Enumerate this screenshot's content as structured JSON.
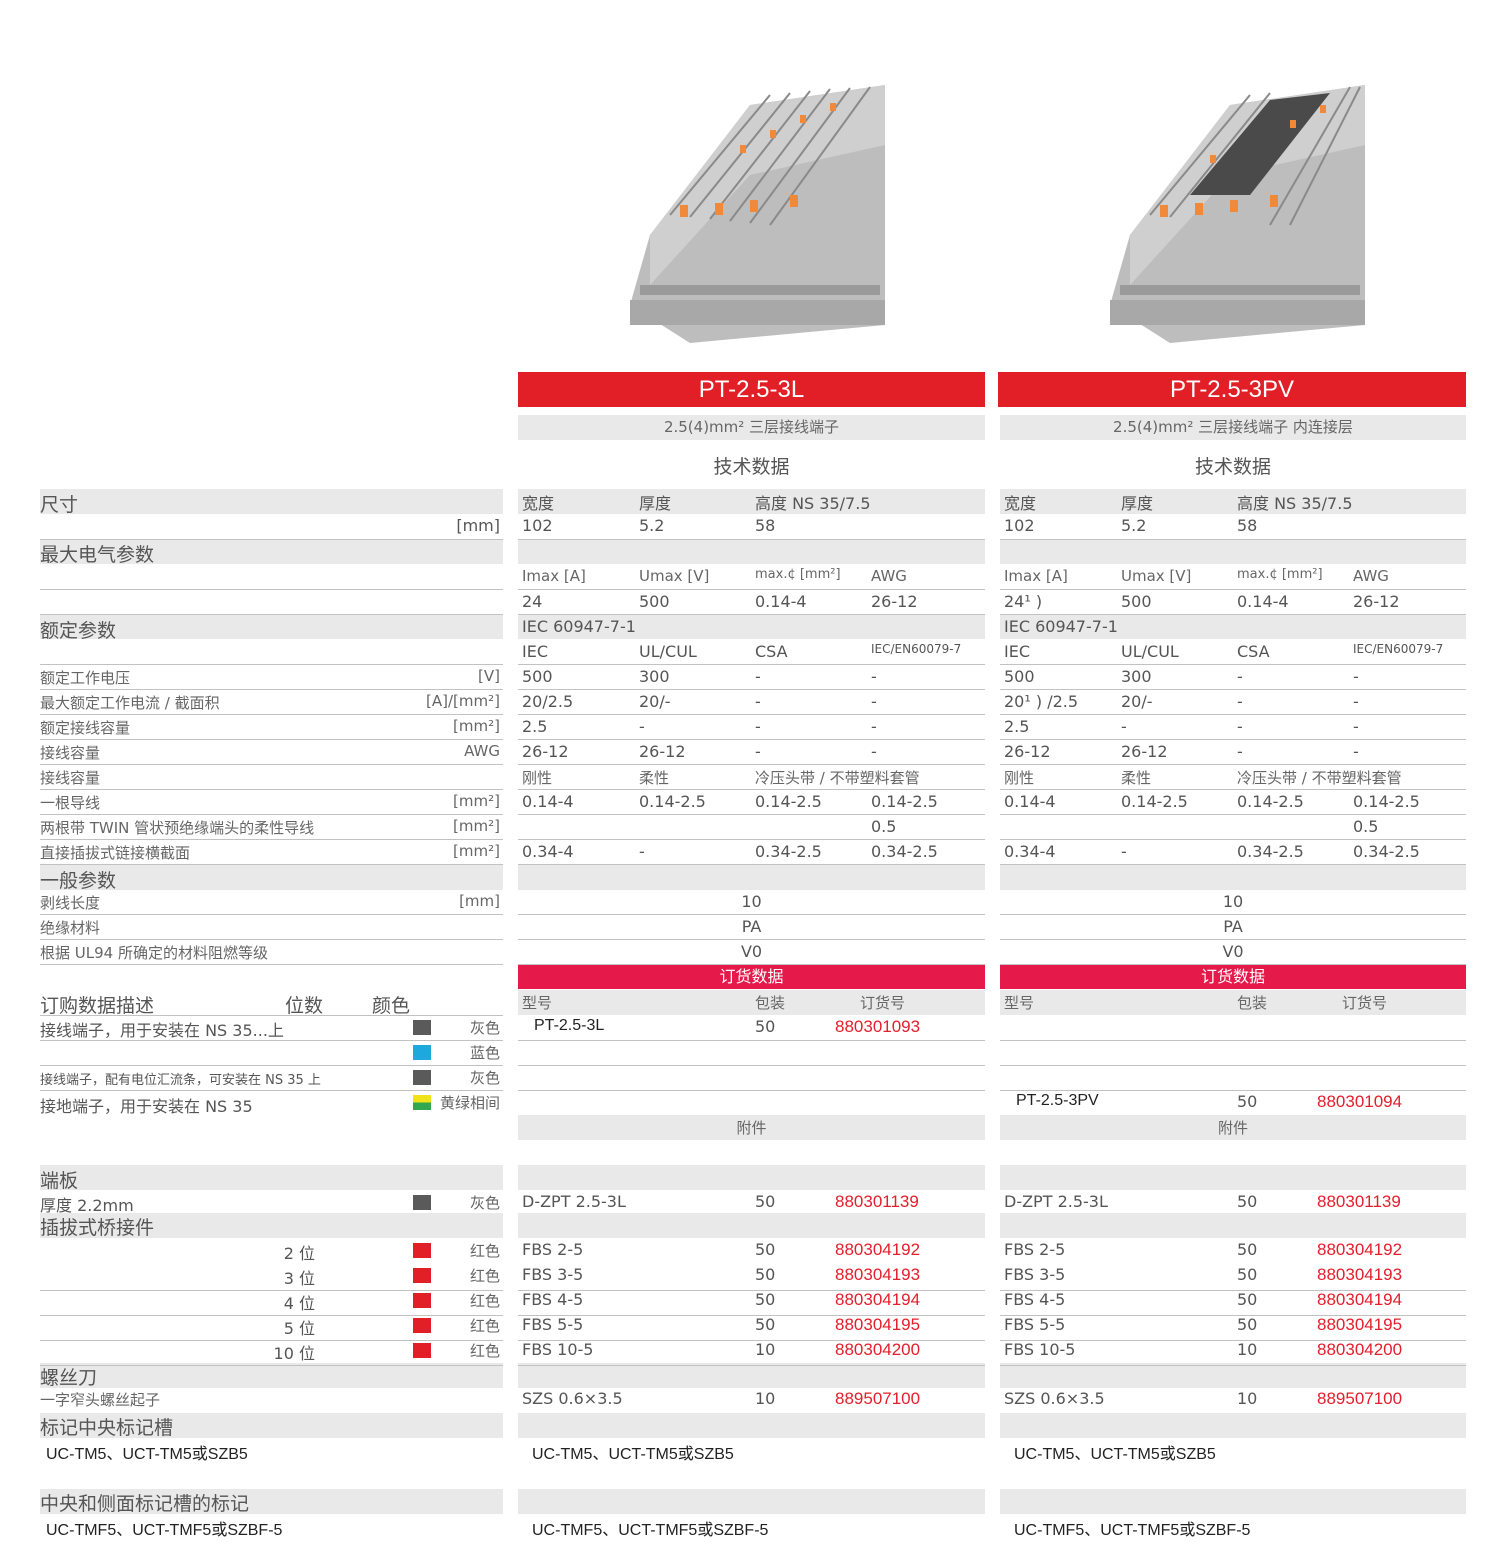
{
  "products": [
    {
      "name": "PT-2.5-3L",
      "subtitle": "2.5(4)mm² 三层接线端子",
      "imax": "24",
      "iec_current": "20/2.5",
      "order_model": "PT-2.5-3L",
      "order_pack": "50",
      "order_no": "880301093"
    },
    {
      "name": "PT-2.5-3PV",
      "subtitle": "2.5(4)mm² 三层接线端子 内连接层",
      "imax": "24¹ )",
      "iec_current": "20¹ ) /2.5",
      "order_model": "PT-2.5-3PV",
      "order_pack": "50",
      "order_no": "880301094"
    }
  ],
  "tech_title": "技术数据",
  "dims": {
    "h1": "宽度",
    "h2": "厚度",
    "h3": "高度 NS 35/7.5",
    "v1": "102",
    "v2": "5.2",
    "v3": "58"
  },
  "elec": {
    "h1": "Imax [A]",
    "h2": "Umax [V]",
    "h3": "max.¢ [mm²]",
    "h4": "AWG",
    "v2": "500",
    "v3": "0.14-4",
    "v4": "26-12"
  },
  "std": "IEC 60947-7-1",
  "approvals": {
    "h1": "IEC",
    "h2": "UL/CUL",
    "h3": "CSA",
    "h4": "IEC/EN60079-7"
  },
  "rated_v": [
    "500",
    "300",
    "-",
    "-"
  ],
  "rated_i": [
    "20/-",
    "-",
    "-"
  ],
  "rated_cap": [
    "2.5",
    "-",
    "-",
    "-"
  ],
  "awg": [
    "26-12",
    "26-12",
    "-",
    "-"
  ],
  "conn_h": {
    "h1": "刚性",
    "h2": "柔性",
    "h3": "冷压头带 / 不带塑料套管"
  },
  "one_wire": [
    "0.14-4",
    "0.14-2.5",
    "0.14-2.5",
    "0.14-2.5"
  ],
  "twin": "0.5",
  "plug": [
    "0.34-4",
    "-",
    "0.34-2.5",
    "0.34-2.5"
  ],
  "general": {
    "strip": "10",
    "material": "PA",
    "ul94": "V0"
  },
  "order": {
    "title": "订货数据",
    "h1": "型号",
    "h2": "包装",
    "h3": "订货号"
  },
  "accessories_title": "附件",
  "acc": [
    {
      "model": "D-ZPT 2.5-3L",
      "pack": "50",
      "no": "880301139"
    },
    {
      "model": "FBS 2-5",
      "pack": "50",
      "no": "880304192"
    },
    {
      "model": "FBS 3-5",
      "pack": "50",
      "no": "880304193"
    },
    {
      "model": "FBS 4-5",
      "pack": "50",
      "no": "880304194"
    },
    {
      "model": "FBS 5-5",
      "pack": "50",
      "no": "880304195"
    },
    {
      "model": "FBS 10-5",
      "pack": "10",
      "no": "880304200"
    },
    {
      "model": "SZS 0.6×3.5",
      "pack": "10",
      "no": "889507100"
    }
  ],
  "marking1": "UC-TM5、UCT-TM5或SZB5",
  "marking2": "UC-TMF5、UCT-TMF5或SZBF-5",
  "left": {
    "size": "尺寸",
    "mm": "[mm]",
    "max_elec": "最大电气参数",
    "rated": "额定参数",
    "rv": "额定工作电压",
    "rv_u": "[V]",
    "ri": "最大额定工作电流 / 截面积",
    "ri_u": "[A]/[mm²]",
    "rc": "额定接线容量",
    "rc_u": "[mm²]",
    "awg": "接线容量",
    "awg_u": "AWG",
    "cap": "接线容量",
    "one": "一根导线",
    "one_u": "[mm²]",
    "twin": "两根带 TWIN 管状预绝缘端头的柔性导线",
    "twin_u": "[mm²]",
    "plug": "直接插拔式链接横截面",
    "plug_u": "[mm²]",
    "general": "一般参数",
    "strip": "剥线长度",
    "strip_u": "[mm]",
    "mat": "绝缘材料",
    "ul": "根据 UL94 所确定的材料阻燃等级",
    "od": "订购数据描述",
    "od_pos": "位数",
    "od_color": "颜色",
    "o1": "接线端子，用于安装在 NS 35...上",
    "o1c": "灰色",
    "o1c2": "蓝色",
    "o2": "接线端子，配有电位汇流条，可安装在 NS 35 上",
    "o2c": "灰色",
    "o3": "接地端子，用于安装在 NS 35",
    "o3c": "黄绿相间",
    "endplate": "端板",
    "thick": "厚度 2.2mm",
    "thick_c": "灰色",
    "bridge": "插拔式桥接件",
    "bridges": [
      {
        "pos": "2 位",
        "c": "红色"
      },
      {
        "pos": "3 位",
        "c": "红色"
      },
      {
        "pos": "4 位",
        "c": "红色"
      },
      {
        "pos": "5 位",
        "c": "红色"
      },
      {
        "pos": "10 位",
        "c": "红色"
      }
    ],
    "screwdriver": "螺丝刀",
    "sd": "一字窄头螺丝起子",
    "mark_c": "标记中央标记槽",
    "mark_s": "中央和侧面标记槽的标记"
  },
  "colors": {
    "red": "#e21f26",
    "pink": "#e51a4b",
    "gray_swatch": "#5a5a5a",
    "blue_swatch": "#1fa8dd"
  }
}
